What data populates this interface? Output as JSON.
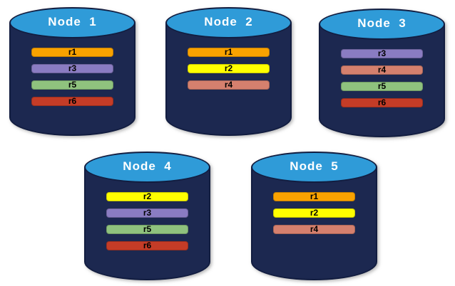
{
  "colors": {
    "background": "#ffffff",
    "cylinder_body": "#1C2850",
    "cylinder_outline": "#121D40",
    "cylinder_top": "#2F9BD8",
    "label_text": "#ffffff",
    "bar_text": "#000000",
    "replicas": {
      "r1": "#F9A200",
      "r2": "#FFFF00",
      "r3": "#8A7CC2",
      "r4": "#D5806E",
      "r5": "#8FC27E",
      "r6": "#C43C27"
    }
  },
  "nodes": [
    {
      "label": "Node  1",
      "replicas": [
        "r1",
        "r3",
        "r5",
        "r6"
      ]
    },
    {
      "label": "Node  2",
      "replicas": [
        "r1",
        "r2",
        "r4"
      ]
    },
    {
      "label": "Node  3",
      "replicas": [
        "r3",
        "r4",
        "r5",
        "r6"
      ]
    },
    {
      "label": "Node  4",
      "replicas": [
        "r2",
        "r3",
        "r5",
        "r6"
      ]
    },
    {
      "label": "Node  5",
      "replicas": [
        "r1",
        "r2",
        "r4"
      ]
    }
  ]
}
